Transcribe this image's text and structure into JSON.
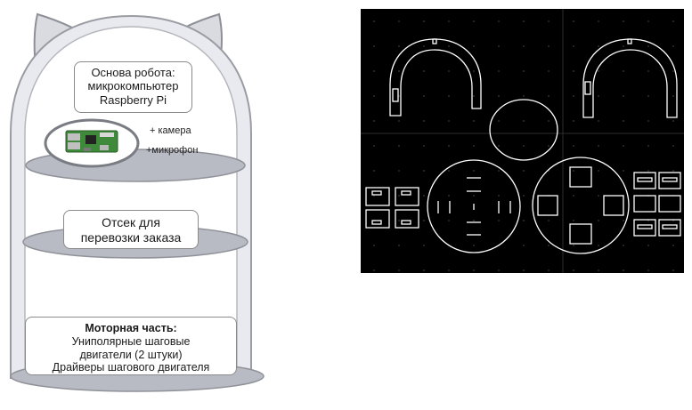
{
  "robot_diagram": {
    "box_top": {
      "line1": "Основа робота:",
      "line2": "микрокомпьютер",
      "line3": "Raspberry Pi"
    },
    "extra_camera": "+ камера",
    "extra_microphone": "+микрофон",
    "box_middle": {
      "line1": "Отсек для",
      "line2": "перевозки заказа"
    },
    "box_bottom": {
      "title": "Моторная часть:",
      "line1": "Униполярные шаговые",
      "line2": "двигатели (2 штуки)",
      "line3": "Драйверы шагового двигателя"
    }
  },
  "colors": {
    "body_fill": "#e8e9ee",
    "shelf_fill": "#b9bbc4",
    "outline": "#9c9ea6",
    "cad_background": "#000000",
    "cad_lines": "#ffffff"
  }
}
